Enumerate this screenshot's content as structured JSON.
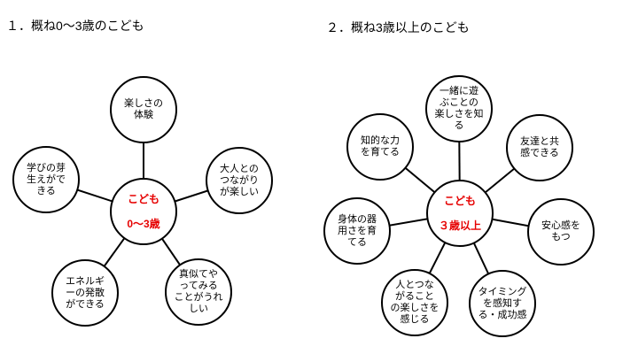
{
  "colors": {
    "background": "#ffffff",
    "circle_border": "#000000",
    "circle_fill": "#ffffff",
    "connector": "#000000",
    "center_label_text": "#e60000",
    "node_label_text": "#000000",
    "title_text": "#000000"
  },
  "diagrams": [
    {
      "title": "１．概ね0〜3歳のこども",
      "center": {
        "label": "こども\n\n0〜3歳"
      },
      "nodes": {
        "top": {
          "label": "楽しさの\n体験"
        },
        "upper_left": {
          "label": "学びの芽\n生えがで\nきる"
        },
        "upper_right": {
          "label": "大人との\nつながり\nが楽しい"
        },
        "lower_left": {
          "label": "エネルギ\nーの発散\nができる"
        },
        "lower_right": {
          "label": "真似てや\nってみる\nことがうれ\nしい"
        }
      }
    },
    {
      "title": "２．概ね3歳以上のこども",
      "center": {
        "label": "こども\n\n３歳以上"
      },
      "nodes": {
        "top": {
          "label": "一緒に遊\nぶことの\n楽しさを知\nる"
        },
        "upper_left": {
          "label": "知的な力\nを育てる"
        },
        "upper_right": {
          "label": "友達と共\n感できる"
        },
        "left": {
          "label": "身体の器\n用さを育\nてる"
        },
        "right": {
          "label": "安心感を\nもつ"
        },
        "lower_left": {
          "label": "人とつな\nがること\nの楽しさを\n感じる"
        },
        "lower_right": {
          "label": "タイミング\nを感知す\nる・成功感"
        }
      }
    }
  ]
}
